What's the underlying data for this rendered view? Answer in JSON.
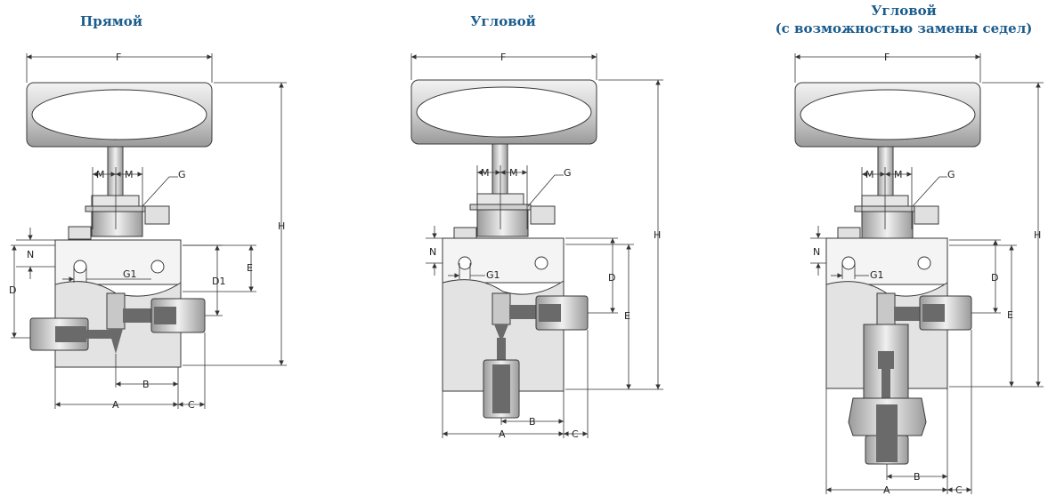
{
  "titles": {
    "straight": "Прямой",
    "angle": "Угловой",
    "angle_replace_line1": "Угловой",
    "angle_replace_line2": "(с возможностью замены седел)"
  },
  "labels": {
    "F": "F",
    "M": "M",
    "G": "G",
    "H": "H",
    "N": "N",
    "G1": "G1",
    "D": "D",
    "D1": "D1",
    "E": "E",
    "A": "A",
    "B": "B",
    "C": "C"
  },
  "colors": {
    "title": "#1a5c8c",
    "body_fill": "#e3e3e3",
    "handle_fill": "#d6d6d6",
    "dark_steel": "#5a5a5a"
  }
}
